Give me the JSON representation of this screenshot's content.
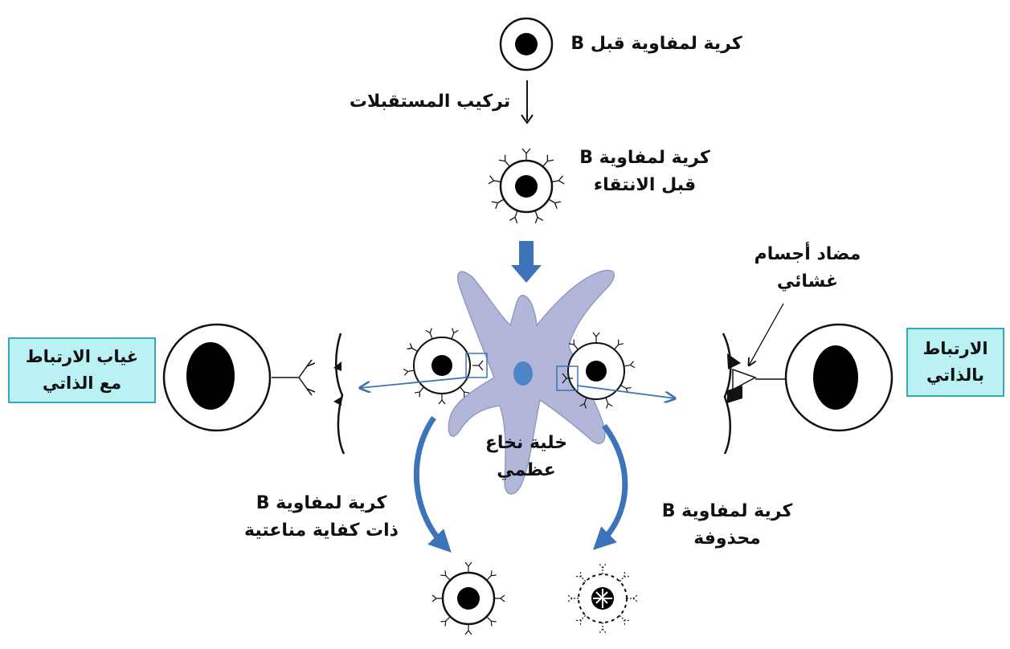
{
  "labels": {
    "pre_b_top": [
      "كرية لمفاوية قبل B"
    ],
    "receptor_assembly": [
      "تركيب المستقبلات"
    ],
    "pre_b_selection": [
      "كرية لمفاوية B",
      "قبل الانتقاء"
    ],
    "membrane_antibody": [
      "مضاد أجسام",
      "غشائي"
    ],
    "marrow_cell": [
      "خلية نخاع",
      "عظمي"
    ],
    "competent_b": [
      "كرية لمفاوية B",
      "ذات كفاية مناعتية"
    ],
    "deleted_b": [
      "كرية لمفاوية B",
      "محذوفة"
    ]
  },
  "boxes": {
    "no_self_binding": [
      "غياب الارتباط",
      "مع الذاتي"
    ],
    "self_binding": [
      "الارتباط",
      "بالذاتي"
    ]
  },
  "colors": {
    "arrow": "#3d73b8",
    "stromal_cell": "#b2b7da",
    "stromal_nucleus": "#4a86c8",
    "box_fill": "#b9f1f5",
    "box_border": "#3aa7b4"
  }
}
